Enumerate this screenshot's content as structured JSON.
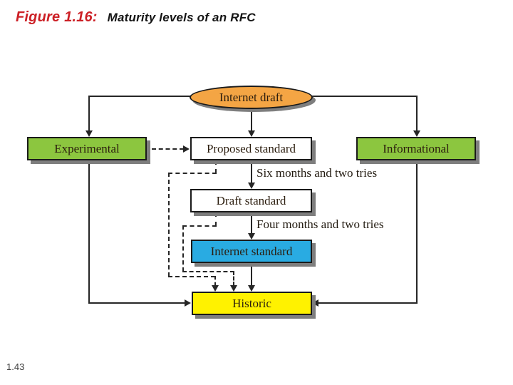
{
  "title": {
    "figure_label": "Figure 1.16:",
    "figure_caption": "Maturity levels of an RFC"
  },
  "page_number": "1.43",
  "diagram": {
    "nodes": {
      "internet_draft": {
        "label": "Internet draft",
        "shape": "ellipse",
        "fill": "#f4a544"
      },
      "experimental": {
        "label": "Experimental",
        "shape": "rect",
        "fill": "#8cc63f"
      },
      "proposed_standard": {
        "label": "Proposed standard",
        "shape": "rect",
        "fill": "#ffffff"
      },
      "informational": {
        "label": "Informational",
        "shape": "rect",
        "fill": "#8cc63f"
      },
      "draft_standard": {
        "label": "Draft standard",
        "shape": "rect",
        "fill": "#ffffff"
      },
      "internet_standard": {
        "label": "Internet standard",
        "shape": "rect",
        "fill": "#29abe2"
      },
      "historic": {
        "label": "Historic",
        "shape": "rect",
        "fill": "#fff200"
      }
    },
    "edge_labels": {
      "six_months": "Six months and two tries",
      "four_months": "Four months and two tries"
    },
    "colors": {
      "title_red": "#cc2026",
      "line": "#262626",
      "shadow": "#7e7e7e"
    }
  }
}
